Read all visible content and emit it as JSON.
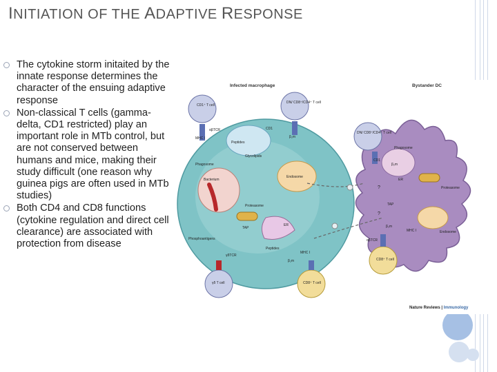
{
  "slide": {
    "title": "INITIATION OF THE ADAPTIVE RESPONSE",
    "title_parts": [
      {
        "cap": "I",
        "rest": "NITIATION OF THE "
      },
      {
        "cap": "A",
        "rest": "DAPTIVE "
      },
      {
        "cap": "R",
        "rest": "ESPONSE"
      }
    ],
    "bullets": [
      "The cytokine storm initaited by the innate response determines the character of the ensuing adaptive response",
      "Non-classical T cells (gamma-delta, CD1 restricted) play an important role in MTb control, but are not conserved between humans and mice, making their study difficult (one reason why guinea pigs are often used in MTb studies)",
      "Both CD4 and CD8 functions (cytokine regulation and direct cell clearance) are associated with protection from disease"
    ],
    "colors": {
      "accent_circle": "#a6c0e4",
      "accent_circle_light": "#d5e0f0",
      "macrophage": "#7fc3c6",
      "dc": "#a98cc0",
      "tcell": "#c9cfe8"
    }
  },
  "figure": {
    "left_title": "Infected macrophage",
    "right_title": "Bystander DC",
    "credit_journal": "Nature Reviews",
    "credit_section": "Immunology",
    "labels": {
      "cd1_tcell": "CD1⁺\nT cell",
      "dn_tcell_top": "DN/\nCD8⁺/CD4⁺\nT cell",
      "abtcr": "αβTCR",
      "cd1": "CD1",
      "b2m": "β₂m",
      "mhc1": "MHC I",
      "peptides": "Peptides",
      "glycolipids": "Glycolipids",
      "phagosome": "Phagosome",
      "bacterium": "Bacterium",
      "endosome": "Endosome",
      "proteasome": "Proteasome",
      "tap": "TAP",
      "er": "ER",
      "phosphoantigens": "Phosphoantigens",
      "peptides2": "Peptides",
      "mhc1_b": "MHC I",
      "gdtcr": "γδTCR",
      "gd_tcell": "γδ\nT cell",
      "b2m_b": "β₂m",
      "cd8_tcell": "CD8⁺\nT cell",
      "dn_tcell_right": "DN/\nCD8⁺/CD4⁺\nT cell",
      "cd1_r": "CD1",
      "b2m_r": "β₂m",
      "phagosome_r": "Phagosome",
      "er_r": "ER",
      "proteasome_r": "Proteasome",
      "q1": "?",
      "tap_r": "TAP",
      "q2": "?",
      "b2m_r2": "β₂m",
      "mhc1_r": "MHC I",
      "endosome_r": "Endosome",
      "abtcr_r": "αβTCR",
      "cd8_tcell_r": "CD8⁺\nT cell"
    }
  }
}
